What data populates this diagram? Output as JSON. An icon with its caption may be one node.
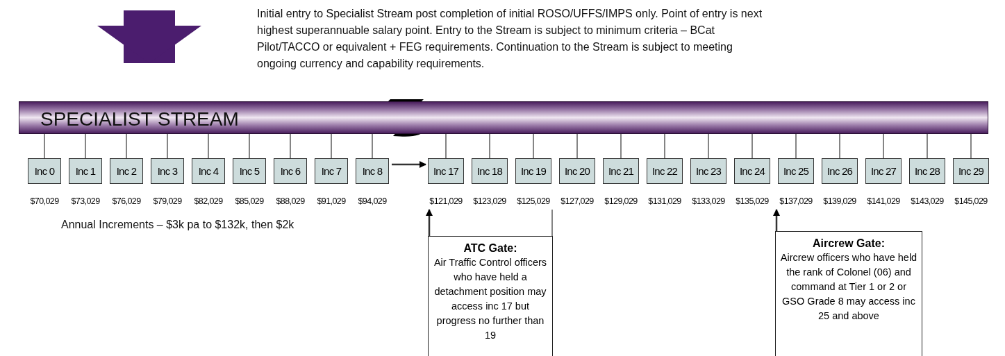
{
  "diagram": {
    "nodes": [
      {
        "text": [
          "SPECIALIST STREAM"
        ]
      },
      {
        "text": [
          "Inc 0"
        ],
        "beside": [
          "$70,029"
        ]
      },
      {
        "text": [
          "Inc 1"
        ],
        "beside": [
          "$73,029"
        ]
      },
      {
        "text": [
          "Inc 2"
        ],
        "beside": [
          "$76,029"
        ]
      },
      {
        "text": [
          "Inc 3"
        ],
        "beside": [
          "$79,029"
        ]
      },
      {
        "text": [
          "Inc 4"
        ],
        "beside": [
          "$82,029"
        ]
      },
      {
        "text": [
          "Inc 5"
        ],
        "beside": [
          "$85,029"
        ]
      },
      {
        "text": [
          "Inc 6"
        ],
        "beside": [
          "$88,029"
        ]
      },
      {
        "text": [
          "Inc 7"
        ],
        "beside": [
          "$91,029"
        ]
      },
      {
        "text": [
          "Inc 8"
        ],
        "beside": [
          "$94,029"
        ]
      },
      {
        "text": [
          "Inc 17"
        ],
        "beside": [
          "$121,029"
        ]
      },
      {
        "text": [
          "Inc 18"
        ],
        "beside": [
          "$123,029"
        ]
      },
      {
        "text": [
          "Inc 19"
        ],
        "beside": [
          "$125,029"
        ]
      },
      {
        "text": [
          "Inc 20"
        ],
        "beside": [
          "$127,029"
        ]
      },
      {
        "text": [
          "Inc 21"
        ],
        "beside": [
          "$129,029"
        ]
      },
      {
        "text": [
          "Inc 22"
        ],
        "beside": [
          "$131,029"
        ]
      },
      {
        "text": [
          "Inc 23"
        ],
        "beside": [
          "$133,029"
        ]
      },
      {
        "text": [
          "Inc 24"
        ],
        "beside": [
          "$135,029"
        ]
      },
      {
        "text": [
          "Inc 25"
        ],
        "beside": [
          "$137,029"
        ]
      },
      {
        "text": [
          "Inc 26"
        ],
        "beside": [
          "$139,029"
        ]
      },
      {
        "text": [
          "Inc 27"
        ],
        "beside": [
          "$141,029"
        ]
      },
      {
        "text": [
          "Inc 28"
        ],
        "beside": [
          "$143,029"
        ]
      },
      {
        "text": [
          "Inc 29"
        ],
        "beside": [
          "$145,029"
        ]
      },
      {
        "text": [
          "ATC Gate:",
          "Air Traffic Control officers who have held a detachment position may access inc 17 but progress no further than 19"
        ]
      },
      {
        "text": [
          "Aircrew Gate:",
          "Aircrew officers who have held the rank of Colonel (06) and command at Tier 1 or 2 or GSO Grade 8 may access inc 25 and above"
        ]
      }
    ],
    "edges": [
      {
        "from": null,
        "to": 0,
        "arrow": "to",
        "style": "thick",
        "color": "#4b1d6e"
      },
      {
        "from": 0,
        "to": 1,
        "arrow": "none"
      },
      {
        "from": 0,
        "to": 2,
        "arrow": "none"
      },
      {
        "from": 0,
        "to": 3,
        "arrow": "none"
      },
      {
        "from": 0,
        "to": 4,
        "arrow": "none"
      },
      {
        "from": 0,
        "to": 5,
        "arrow": "none"
      },
      {
        "from": 0,
        "to": 6,
        "arrow": "none"
      },
      {
        "from": 0,
        "to": 7,
        "arrow": "none"
      },
      {
        "from": 0,
        "to": 8,
        "arrow": "none"
      },
      {
        "from": 0,
        "to": 9,
        "arrow": "none"
      },
      {
        "from": 0,
        "to": 10,
        "arrow": "none"
      },
      {
        "from": 0,
        "to": 11,
        "arrow": "none"
      },
      {
        "from": 0,
        "to": 12,
        "arrow": "none"
      },
      {
        "from": 0,
        "to": 13,
        "arrow": "none"
      },
      {
        "from": 0,
        "to": 14,
        "arrow": "none"
      },
      {
        "from": 0,
        "to": 15,
        "arrow": "none"
      },
      {
        "from": 0,
        "to": 16,
        "arrow": "none"
      },
      {
        "from": 0,
        "to": 17,
        "arrow": "none"
      },
      {
        "from": 0,
        "to": 18,
        "arrow": "none"
      },
      {
        "from": 0,
        "to": 19,
        "arrow": "none"
      },
      {
        "from": 0,
        "to": 20,
        "arrow": "none"
      },
      {
        "from": 0,
        "to": 21,
        "arrow": "none"
      },
      {
        "from": 0,
        "to": 22,
        "arrow": "none"
      },
      {
        "from": 9,
        "to": 10,
        "arrow": "to"
      },
      {
        "from": 23,
        "to": 10,
        "arrow": "to"
      },
      {
        "from": 23,
        "to": 12,
        "arrow": "none"
      },
      {
        "from": 24,
        "to": 18,
        "arrow": "to"
      }
    ],
    "labels": [
      "Initial entry to Specialist Stream post completion of initial ROSO/UFFS/IMPS only. Point of entry is next highest superannuable salary point. Entry to the Stream is subject to minimum criteria – BCat Pilot/TACCO or equivalent + FEG requirements. Continuation to the Stream is subject to meeting ongoing currency and capability requirements.",
      "Annual Increments – $3k pa to $132k, then $2k"
    ]
  }
}
